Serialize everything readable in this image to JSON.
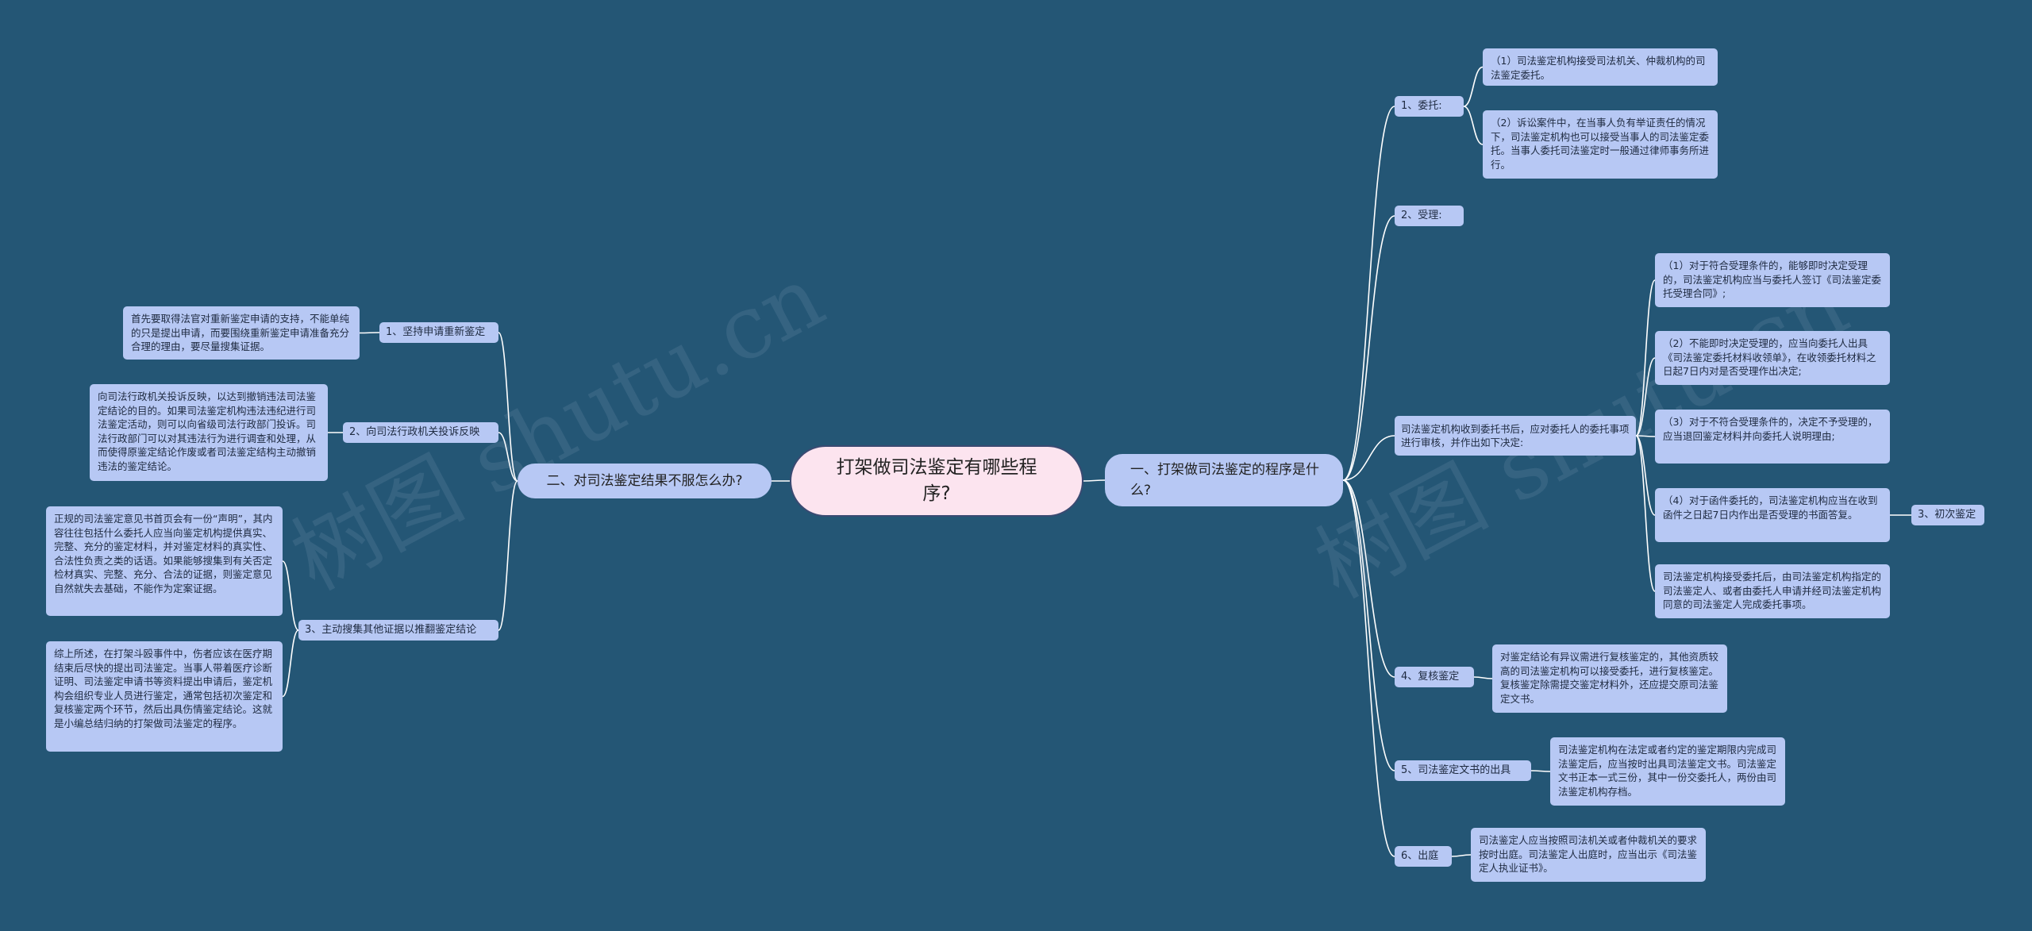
{
  "root": {
    "label": "打架做司法鉴定有哪些程序?"
  },
  "left_branch": {
    "label": "二、对司法鉴定结果不服怎么办?",
    "subs": [
      {
        "label": "1、坚持申请重新鉴定",
        "leaves": [
          "首先要取得法官对重新鉴定申请的支持，不能单纯的只是提出申请，而要围绕重新鉴定申请准备充分合理的理由，要尽量搜集证据。"
        ]
      },
      {
        "label": "2、向司法行政机关投诉反映",
        "leaves": [
          "向司法行政机关投诉反映，以达到撤销违法司法鉴定结论的目的。如果司法鉴定机构违法违纪进行司法鉴定活动，则可以向省级司法行政部门投诉。司法行政部门可以对其违法行为进行调查和处理，从而使得原鉴定结论作废或者司法鉴定结构主动撤销违法的鉴定结论。"
        ]
      },
      {
        "label": "3、主动搜集其他证据以推翻鉴定结论",
        "leaves": [
          "正规的司法鉴定意见书首页会有一份“声明”，其内容往往包括什么委托人应当向鉴定机构提供真实、完整、充分的鉴定材料，并对鉴定材料的真实性、合法性负责之类的话语。如果能够搜集到有关否定检材真实、完整、充分、合法的证据，则鉴定意见自然就失去基础，不能作为定案证据。",
          "综上所述，在打架斗殴事件中，伤者应该在医疗期结束后尽快的提出司法鉴定。当事人带着医疗诊断证明、司法鉴定申请书等资料提出申请后，鉴定机构会组织专业人员进行鉴定，通常包括初次鉴定和复核鉴定两个环节，然后出具伤情鉴定结论。这就是小编总结归纳的打架做司法鉴定的程序。"
        ]
      }
    ]
  },
  "right_branch": {
    "label": "一、打架做司法鉴定的程序是什么?",
    "subs": [
      {
        "label": "1、委托:",
        "leaves": [
          "（1）司法鉴定机构接受司法机关、仲裁机构的司法鉴定委托。",
          "（2）诉讼案件中，在当事人负有举证责任的情况下，司法鉴定机构也可以接受当事人的司法鉴定委托。当事人委托司法鉴定时一般通过律师事务所进行。"
        ]
      },
      {
        "label": "2、受理:",
        "leaves": []
      },
      {
        "label": "司法鉴定机构收到委托书后，应对委托人的委托事项进行审核，并作出如下决定:",
        "leaves": [
          "（1）对于符合受理条件的，能够即时决定受理的，司法鉴定机构应当与委托人签订《司法鉴定委托受理合同》;",
          "（2）不能即时决定受理的，应当向委托人出具《司法鉴定委托材料收领单》，在收领委托材料之日起7日内对是否受理作出决定;",
          "（3）对于不符合受理条件的，决定不予受理的，应当退回鉴定材料并向委托人说明理由;",
          "（4）对于函件委托的，司法鉴定机构应当在收到函件之日起7日内作出是否受理的书面答复。",
          "司法鉴定机构接受委托后，由司法鉴定机构指定的司法鉴定人、或者由委托人申请并经司法鉴定机构同意的司法鉴定人完成委托事项。"
        ],
        "extra": "3、初次鉴定"
      },
      {
        "label": "4、复核鉴定",
        "leaves": [
          "对鉴定结论有异议需进行复核鉴定的，其他资质较高的司法鉴定机构可以接受委托，进行复核鉴定。复核鉴定除需提交鉴定材料外，还应提交原司法鉴定文书。"
        ]
      },
      {
        "label": "5、司法鉴定文书的出具",
        "leaves": [
          "司法鉴定机构在法定或者约定的鉴定期限内完成司法鉴定后，应当按时出具司法鉴定文书。司法鉴定文书正本一式三份，其中一份交委托人，两份由司法鉴定机构存档。"
        ]
      },
      {
        "label": "6、出庭",
        "leaves": [
          "司法鉴定人应当按照司法机关或者仲裁机关的要求按时出庭。司法鉴定人出庭时，应当出示《司法鉴定人执业证书》。"
        ]
      }
    ]
  },
  "watermarks": [
    "树图 shutu.cn",
    "树图 shutu.cn"
  ],
  "colors": {
    "background": "#245675",
    "node": "#b7c8f4",
    "root": "#fce4ef",
    "line": "#ffffff"
  }
}
